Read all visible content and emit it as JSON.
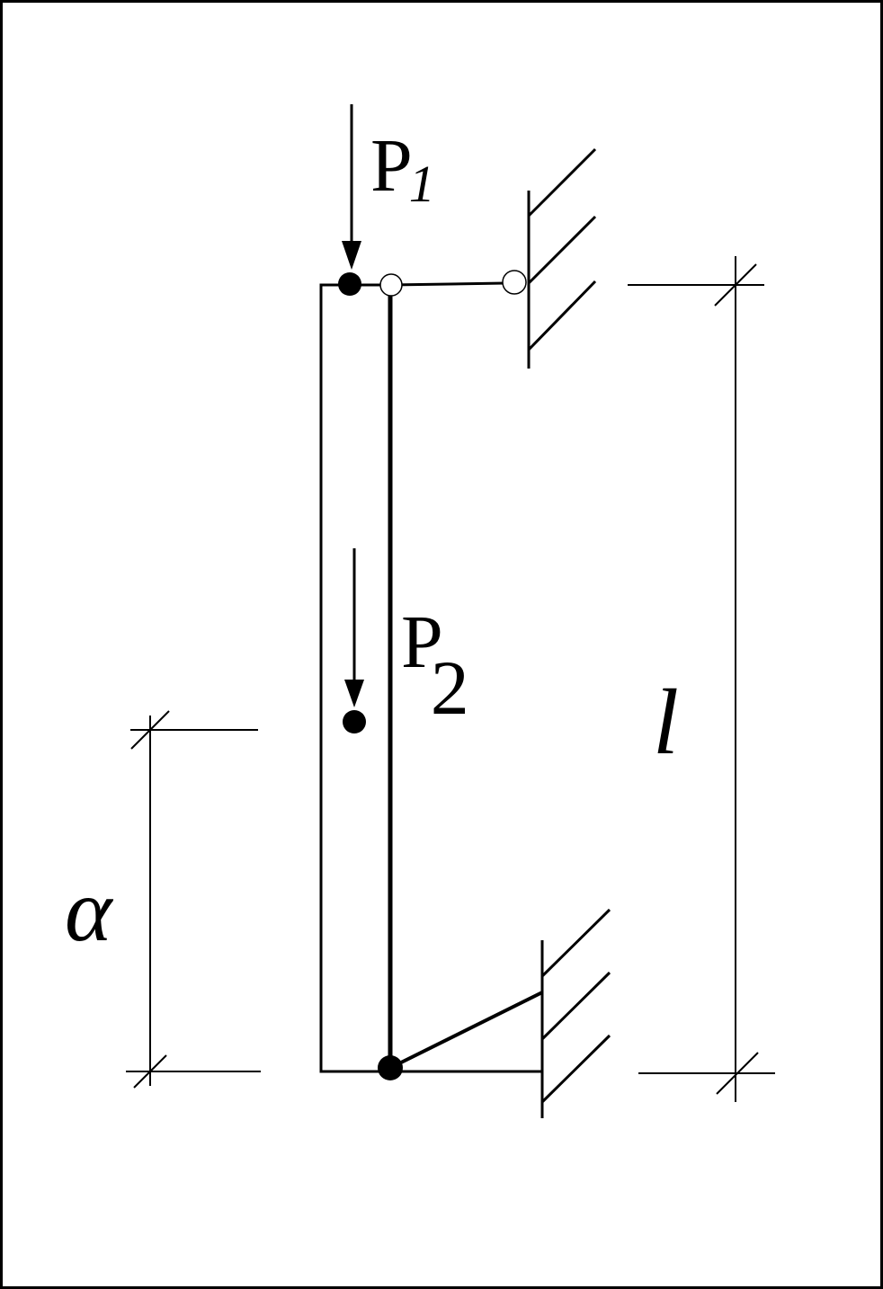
{
  "labels": {
    "p1_main": "P",
    "p1_sub": "1",
    "p2_main": "P",
    "p2_sub": "2",
    "length": "l",
    "distance": "α"
  },
  "colors": {
    "stroke": "#000000",
    "background": "#ffffff"
  }
}
